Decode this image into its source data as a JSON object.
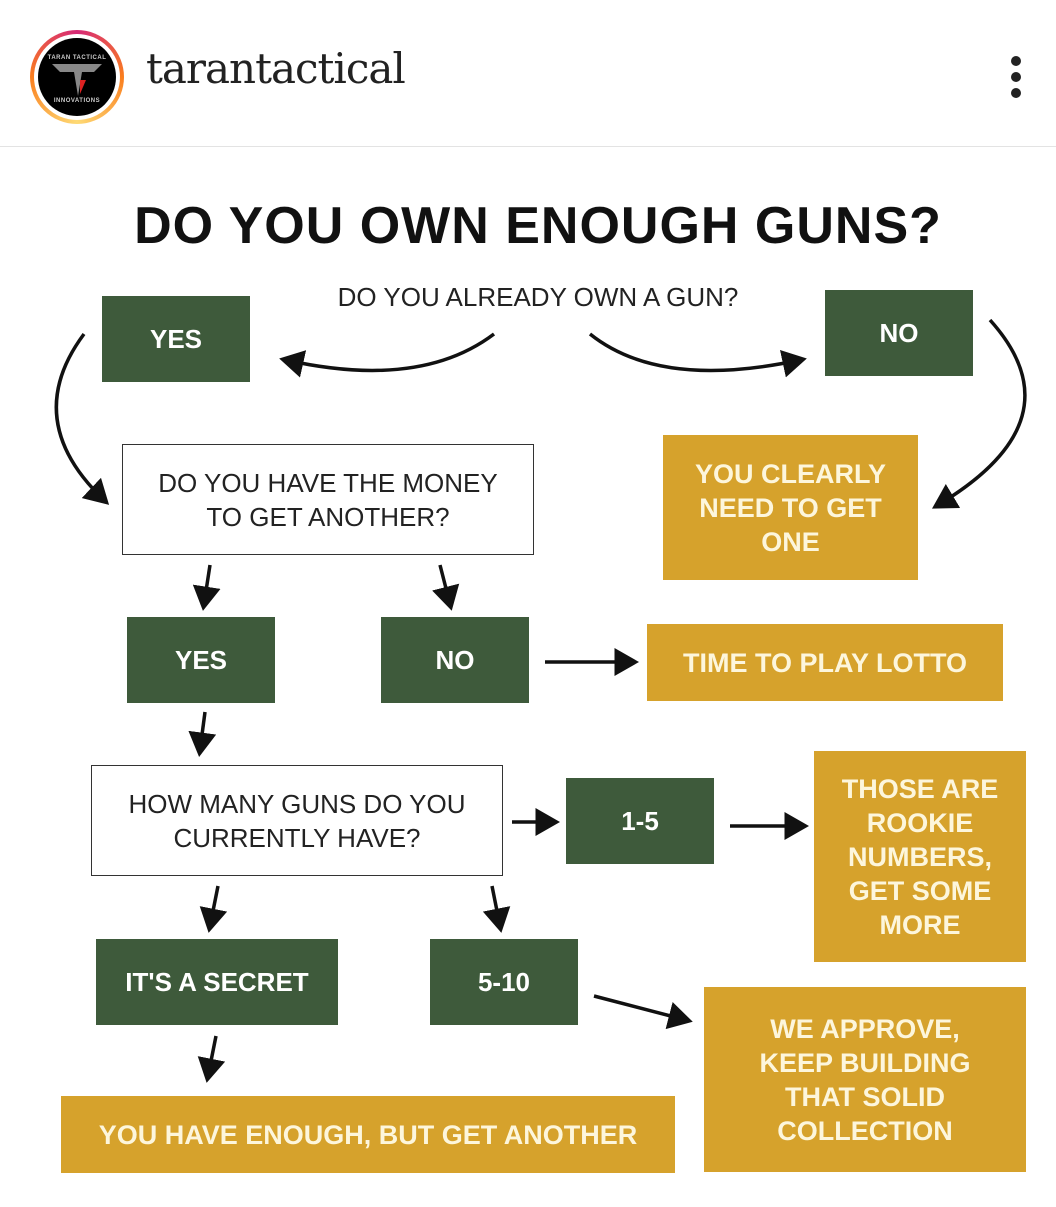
{
  "header": {
    "username": "tarantactical",
    "avatar_text_top": "TARAN TACTICAL",
    "avatar_text_bottom": "INNOVATIONS",
    "menu_icon": "more-vertical-icon"
  },
  "flowchart": {
    "title": "DO YOU OWN ENOUGH GUNS?",
    "q1": "DO YOU ALREADY OWN A GUN?",
    "q1_yes": "YES",
    "q1_no": "NO",
    "q1_no_result": "YOU CLEARLY NEED TO GET ONE",
    "q2": "DO YOU HAVE THE MONEY TO GET ANOTHER?",
    "q2_yes": "YES",
    "q2_no": "NO",
    "q2_no_result": "TIME TO PLAY LOTTO",
    "q3": "HOW MANY GUNS DO YOU CURRENTLY HAVE?",
    "a_1_5": "1-5",
    "a_1_5_result": "THOSE ARE ROOKIE NUMBERS, GET SOME MORE",
    "a_secret": "IT'S A SECRET",
    "a_secret_result": "YOU HAVE ENOUGH, BUT GET ANOTHER",
    "a_5_10": "5-10",
    "a_5_10_result": "WE APPROVE, KEEP BUILDING THAT SOLID COLLECTION",
    "colors": {
      "green": "#3e5a3b",
      "gold": "#d6a22c",
      "gold_text": "#fdf6dc"
    }
  }
}
